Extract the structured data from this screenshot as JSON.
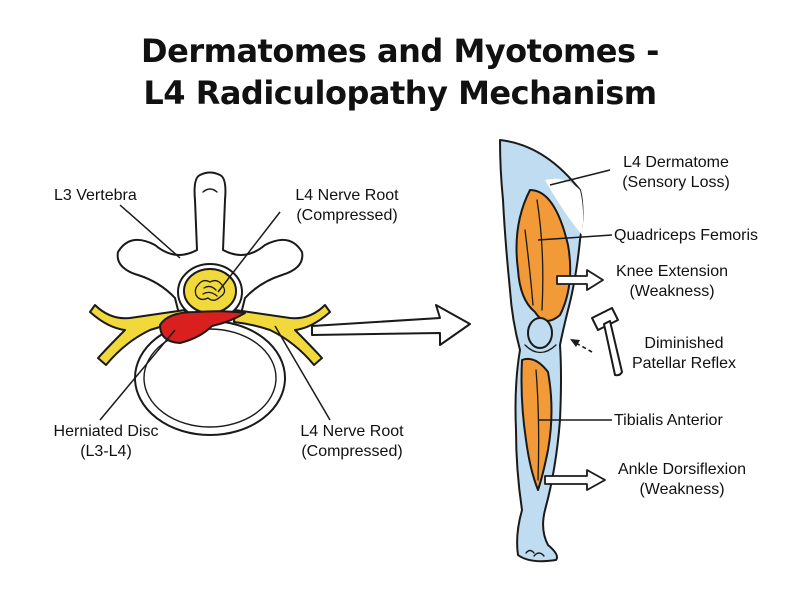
{
  "title": {
    "line1": "Dermatomes and Myotomes -",
    "line2": "L4 Radiculopathy Mechanism"
  },
  "labels": {
    "l3_vertebra": "L3 Vertebra",
    "nerve_root_top": {
      "line1": "L4 Nerve Root",
      "line2": "(Compressed)"
    },
    "herniated_disc": {
      "line1": "Herniated Disc",
      "line2": "(L3-L4)"
    },
    "nerve_root_bottom": {
      "line1": "L4 Nerve Root",
      "line2": "(Compressed)"
    },
    "dermatome": {
      "line1": "L4 Dermatome",
      "line2": "(Sensory Loss)"
    },
    "quadriceps": "Quadriceps Femoris",
    "knee_extension": {
      "line1": "Knee Extension",
      "line2": "(Weakness)"
    },
    "patellar_reflex": {
      "line1": "Diminished",
      "line2": "Patellar Reflex"
    },
    "tibialis": "Tibialis Anterior",
    "ankle_dorsiflexion": {
      "line1": "Ankle Dorsiflexion",
      "line2": "(Weakness)"
    }
  },
  "colors": {
    "nerve": "#f2d93b",
    "herniation": "#d9201f",
    "muscle": "#f29a38",
    "dermatome": "#bfdcf0",
    "outline": "#1a1a1a"
  }
}
